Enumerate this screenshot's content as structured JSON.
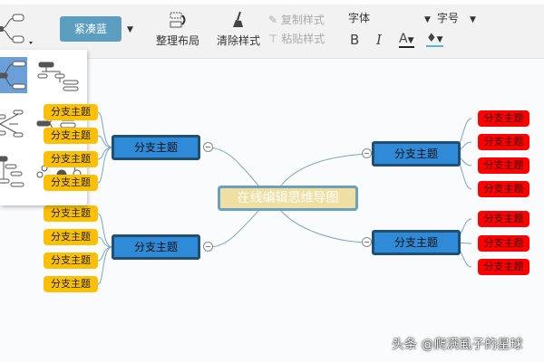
{
  "toolbar": {
    "theme_label": "紧凑蓝",
    "arrange_label": "整理布局",
    "clear_style_label": "清除样式",
    "copy_style_label": "复制样式",
    "paste_style_label": "粘贴样式",
    "font_label": "字体",
    "font_size_label": "字号",
    "bold_label": "B",
    "italic_label": "I",
    "font_color_label": "A"
  },
  "mindmap": {
    "center": "在线编辑思维导图",
    "right_branches": [
      {
        "label": "分支主题",
        "children": [
          "分支主题",
          "分支主题",
          "分支主题",
          "分支主题"
        ]
      },
      {
        "label": "分支主题",
        "children": [
          "分支主题",
          "分支主题",
          "分支主题"
        ]
      }
    ],
    "left_branches": [
      {
        "label": "分支主题",
        "children": [
          "分支主题",
          "分支主题",
          "分支主题",
          "分支主题"
        ]
      },
      {
        "label": "分支主题",
        "children": [
          "分支主题",
          "分支主题",
          "分支主题",
          "分支主题"
        ]
      }
    ]
  },
  "colors": {
    "branch": "#2f8ad8",
    "right_child": "#ff0000",
    "left_child": "#fbbf05",
    "center": "#efdfa2"
  },
  "watermark": "头条 @爬满虱子的星球"
}
